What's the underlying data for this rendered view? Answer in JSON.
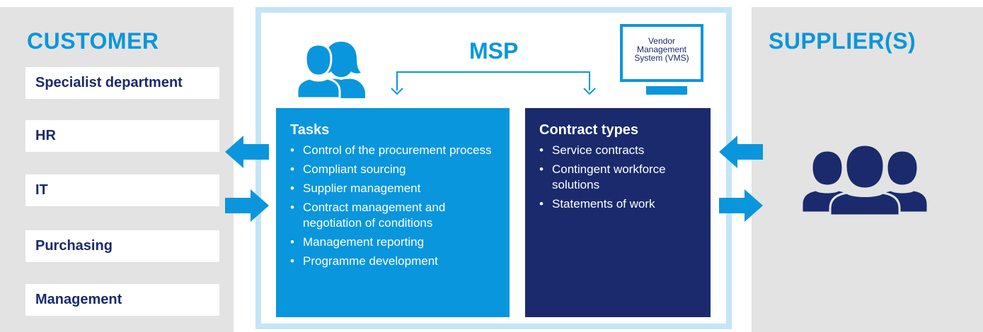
{
  "customer": {
    "title": "CUSTOMER",
    "departments": [
      "Specialist department",
      "HR",
      "IT",
      "Purchasing",
      "Management"
    ]
  },
  "msp": {
    "title": "MSP",
    "vms": {
      "line1": "Vendor",
      "line2": "Management",
      "line3": "System (VMS)"
    },
    "tasks": {
      "title": "Tasks",
      "items": [
        "Control of the procurement process",
        "Compliant sourcing",
        "Supplier management",
        "Contract management and negotiation of conditions",
        "Management reporting",
        "Programme development"
      ]
    },
    "contract_types": {
      "title": "Contract types",
      "items": [
        "Service contracts",
        "Contingent workforce solutions",
        "Statements of work"
      ]
    }
  },
  "supplier": {
    "title": "SUPPLIER(S)"
  },
  "colors": {
    "light_blue": "#0a96dc",
    "dark_blue": "#1a2a6c",
    "panel_grey": "#e3e3e3",
    "frame_blue": "#c4e5f7"
  },
  "icons": [
    "customer-people-icon",
    "computer-monitor-icon",
    "supplier-group-icon",
    "arrow-left-icon",
    "arrow-right-icon"
  ]
}
